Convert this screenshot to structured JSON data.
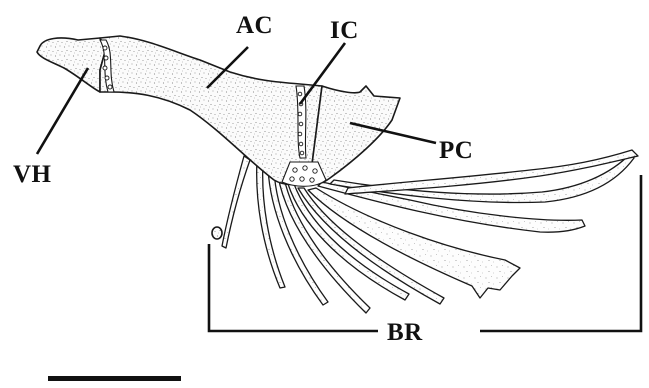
{
  "labels": {
    "anterior_ceratohyal": "AC",
    "interceratohyal_cartilage": "IC",
    "ventral_hypohyal": "VH",
    "posterior_ceratohyal": "PC",
    "branchiostegal_rays": "BR"
  },
  "colors": {
    "ink": "#111111",
    "background": "#ffffff",
    "stipple": "#6e6e6e"
  },
  "scale_bar": {
    "visible": true
  }
}
